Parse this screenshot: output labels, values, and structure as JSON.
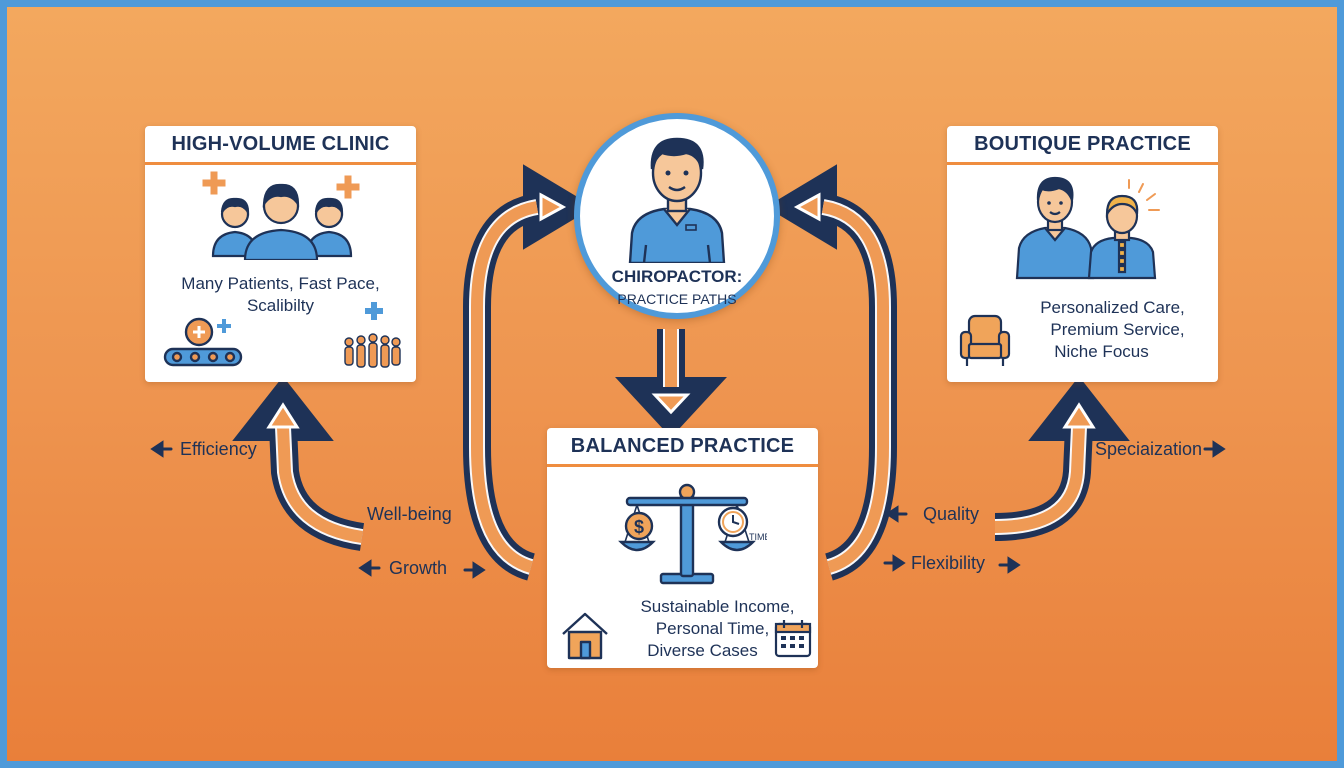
{
  "center": {
    "title": "CHIROPACTOR:",
    "subtitle": "PRACTICE PATHS"
  },
  "high_volume": {
    "title": "HIGH-VOLUME CLINIC",
    "description_line1": "Many Patients, Fast Pace,",
    "description_line2": "Scalibilty"
  },
  "boutique": {
    "title": "BOUTIQUE PRACTICE",
    "description_line1": "Personalized Care,",
    "description_line2": "Premium Service,",
    "description_line3": "Niche Focus"
  },
  "balanced": {
    "title": "BALANCED PRACTICE",
    "description_line1": "Sustainable Income,",
    "description_line2": "Personal Time,",
    "description_line3": "Diverse Cases",
    "time_label": "TIME",
    "dollar_symbol": "$"
  },
  "flow_labels": {
    "efficiency": "Efficiency",
    "well_being": "Well-being",
    "growth": "Growth",
    "quality": "Quality",
    "flexibility": "Flexibility",
    "specialization": "Speciaization"
  },
  "icons": [
    "chiropractor-avatar-icon",
    "patient-group-icon",
    "medical-cross-icon",
    "conveyor-belt-icon",
    "crowd-icon",
    "doctor-patient-icon",
    "armchair-icon",
    "balance-scale-icon",
    "dollar-coin-icon",
    "clock-icon",
    "house-icon",
    "calendar-icon"
  ],
  "colors": {
    "background_top": "#f3a85e",
    "background_bottom": "#e97f3a",
    "frame": "#4f9ad9",
    "navy": "#1e3257",
    "accent_blue": "#4f9ad9",
    "accent_orange": "#ef8d3f"
  }
}
